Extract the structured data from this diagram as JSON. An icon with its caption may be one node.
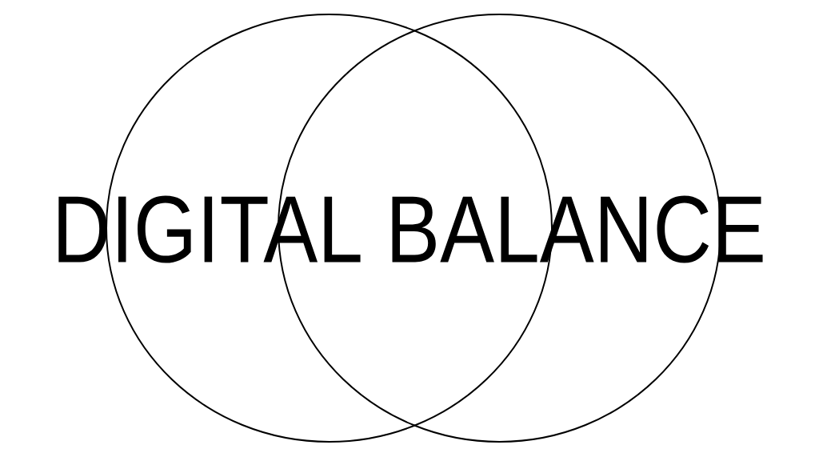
{
  "diagram": {
    "title": "DIGITAL BALANCE",
    "nodes": [
      {
        "text": [],
        "shape": "circle"
      },
      {
        "text": [],
        "shape": "circle"
      }
    ]
  }
}
